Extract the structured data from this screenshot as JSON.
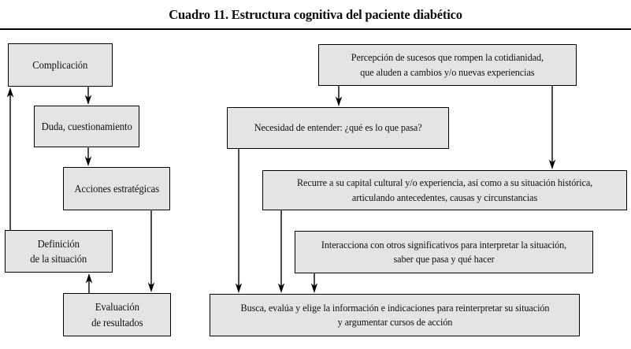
{
  "title": "Cuadro 11. Estructura cognitiva del paciente diabético",
  "nodes": {
    "complicacion": {
      "lines": [
        "Complicación"
      ]
    },
    "duda": {
      "lines": [
        "Duda, cuestionamiento"
      ]
    },
    "acciones": {
      "lines": [
        "Acciones estratégicas"
      ]
    },
    "definicion": {
      "lines": [
        "Definición",
        "de la situación"
      ]
    },
    "evaluacion": {
      "lines": [
        "Evaluación",
        "de resultados"
      ]
    },
    "percepcion": {
      "lines": [
        "Percepción de sucesos que rompen la cotidianidad,",
        "que aluden a cambios y/o  nuevas experiencias"
      ]
    },
    "necesidad": {
      "lines": [
        "Necesidad de entender: ¿qué es lo que pasa?"
      ]
    },
    "recurre": {
      "lines": [
        "Recurre a su capital cultural y/o experiencia, así como a su situación histórica,",
        "articulando antecedentes, causas y circunstancias"
      ]
    },
    "interacciona": {
      "lines": [
        "Interacciona con otros significativos para interpretar la situación,",
        "saber que pasa y qué hacer"
      ]
    },
    "busca": {
      "lines": [
        "Busca, evalúa y elige la información e indicaciones para reinterpretar su situación",
        "y argumentar cursos de acción"
      ]
    }
  },
  "connections": [
    {
      "from": "complicacion",
      "to": "duda"
    },
    {
      "from": "duda",
      "to": "acciones"
    },
    {
      "from": "acciones",
      "to": "evaluacion"
    },
    {
      "from": "evaluacion",
      "to": "definicion"
    },
    {
      "from": "definicion",
      "to": "complicacion"
    },
    {
      "from": "percepcion",
      "to": "necesidad"
    },
    {
      "from": "percepcion",
      "to": "recurre"
    },
    {
      "from": "necesidad",
      "to": "busca"
    },
    {
      "from": "recurre",
      "to": "busca"
    },
    {
      "from": "interacciona",
      "to": "busca"
    }
  ],
  "colors": {
    "background": "#ffffff",
    "box_fill": "#e4e4e4",
    "box_border": "#000000",
    "text": "#111111",
    "arrow": "#000000",
    "title_rule": "#000000"
  }
}
